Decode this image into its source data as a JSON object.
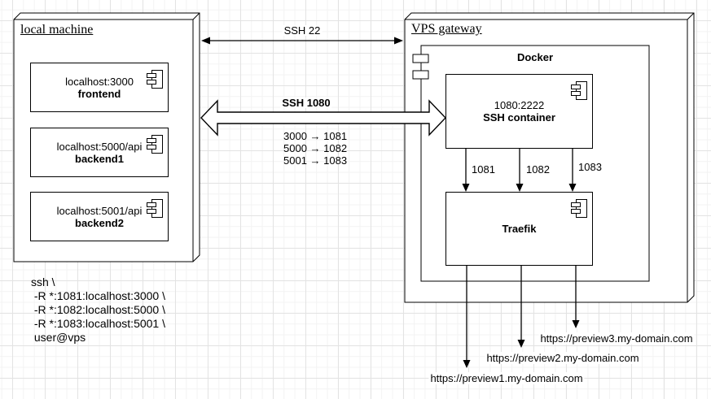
{
  "colors": {
    "stroke": "#000000",
    "shape_fill": "#ffffff",
    "background": "#ffffff",
    "grid_major": "#e3e3e3",
    "grid_minor": "#f3f3f3"
  },
  "local_machine": {
    "title": "local machine",
    "components": [
      {
        "endpoint": "localhost:3000",
        "name": "frontend"
      },
      {
        "endpoint": "localhost:5000/api",
        "name": "backend1"
      },
      {
        "endpoint": "localhost:5001/api",
        "name": "backend2"
      }
    ],
    "ssh_command": "ssh \\\n -R *:1081:localhost:3000 \\\n -R *:1082:localhost:5000 \\\n -R *:1083:localhost:5001 \\\n user@vps"
  },
  "connections": {
    "ssh_22": {
      "label": "SSH 22"
    },
    "ssh_1080": {
      "label": "SSH 1080",
      "mappings": [
        "3000 → 1081",
        "5000 → 1082",
        "5001 → 1083"
      ]
    }
  },
  "vps_gateway": {
    "title": "VPS gateway",
    "docker": {
      "label": "Docker"
    },
    "ssh_container": {
      "endpoint": "1080:2222",
      "name": "SSH container"
    },
    "traefik": {
      "name": "Traefik"
    },
    "tunnel_ports": [
      "1081",
      "1082",
      "1083"
    ],
    "preview_urls": [
      "https://preview1.my-domain.com",
      "https://preview2.my-domain.com",
      "https://preview3.my-domain.com"
    ]
  }
}
